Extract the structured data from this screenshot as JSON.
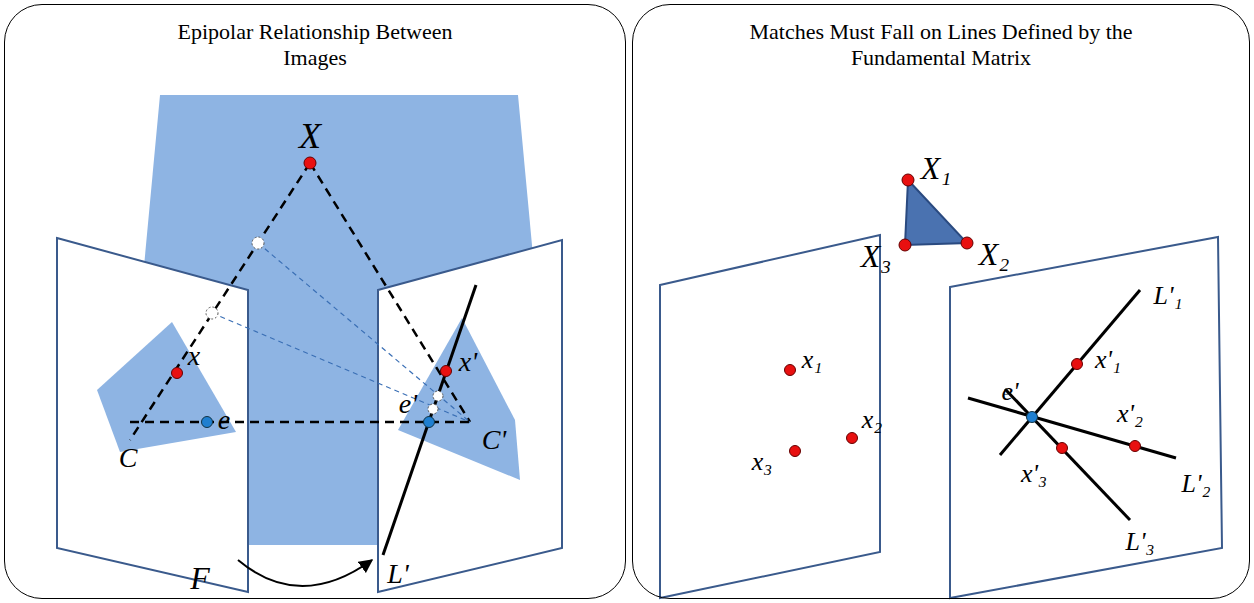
{
  "diagram": {
    "nodes": [
      {
        "text": [
          "Epipolar Relationship Between Images"
        ]
      },
      {
        "text": [
          "Matches Must Fall on Lines Defined by the Fundamental Matrix"
        ]
      }
    ],
    "labels": [
      "X",
      "x",
      "e",
      "C",
      "x'",
      "e'",
      "C'",
      "L'",
      "F",
      "X₁",
      "X₃",
      "X₂",
      "x₁",
      "x₂",
      "x₃",
      "L'₁",
      "x'₁",
      "e'",
      "x'₂",
      "L'₂",
      "x'₃",
      "L'₃"
    ]
  }
}
